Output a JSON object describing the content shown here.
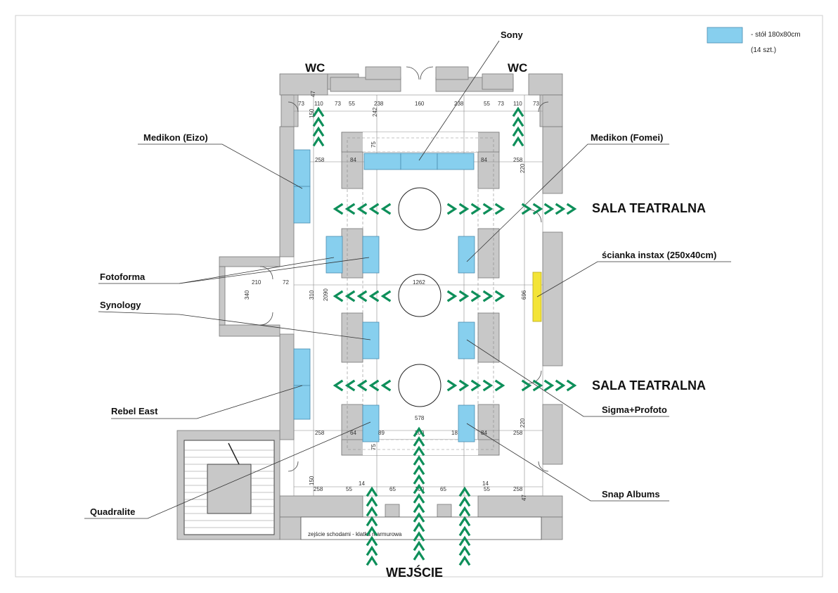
{
  "legend": {
    "table_label": "- stół 180x80cm",
    "table_count": "(14 szt.)",
    "table_color": "#87cfee"
  },
  "colors": {
    "wall": "#c8c8c8",
    "arrow": "#0e8f5a",
    "instax": "#f3e437"
  },
  "labels": {
    "wc_left": "WC",
    "wc_right": "WC",
    "sala_top": "SALA TEATRALNA",
    "sala_bottom": "SALA TEATRALNA",
    "wejscie": "WEJŚCIE",
    "stairs_note": "zejście schodami - klatka marmurowa"
  },
  "exhibitors": {
    "sony": "Sony",
    "medikon_eizo": "Medikon (Eizo)",
    "medikon_fomei": "Medikon (Fomei)",
    "fotoforma": "Fotoforma",
    "synology": "Synology",
    "rebel_east": "Rebel East",
    "quadralite": "Quadralite",
    "instax": "ścianka instax (250x40cm)",
    "sigma": "Sigma+Profoto",
    "snap": "Snap Albums"
  },
  "dimensions": {
    "top_row": [
      "73",
      "110",
      "73",
      "55",
      "238",
      "160",
      "238",
      "55",
      "73",
      "110",
      "73"
    ],
    "d258a": "258",
    "d84a": "84",
    "d84b": "84",
    "d258b": "258",
    "d258c": "258",
    "d64": "64",
    "d89": "89",
    "d578": "578",
    "d200": "200",
    "d18": "18",
    "d84c": "84",
    "d258d": "258",
    "bottom_row": [
      "258",
      "55",
      "14",
      "65",
      "100",
      "65",
      "14",
      "55",
      "258"
    ],
    "d210": "210",
    "d72": "72",
    "d340": "340",
    "d310": "310",
    "d2090": "2090",
    "d1262": "1262",
    "d696": "696",
    "d242": "242",
    "d220a": "220",
    "d220b": "220",
    "d75a": "75",
    "d75b": "75",
    "d150a": "150",
    "d150b": "150",
    "d47a": "47",
    "d47b": "47"
  }
}
